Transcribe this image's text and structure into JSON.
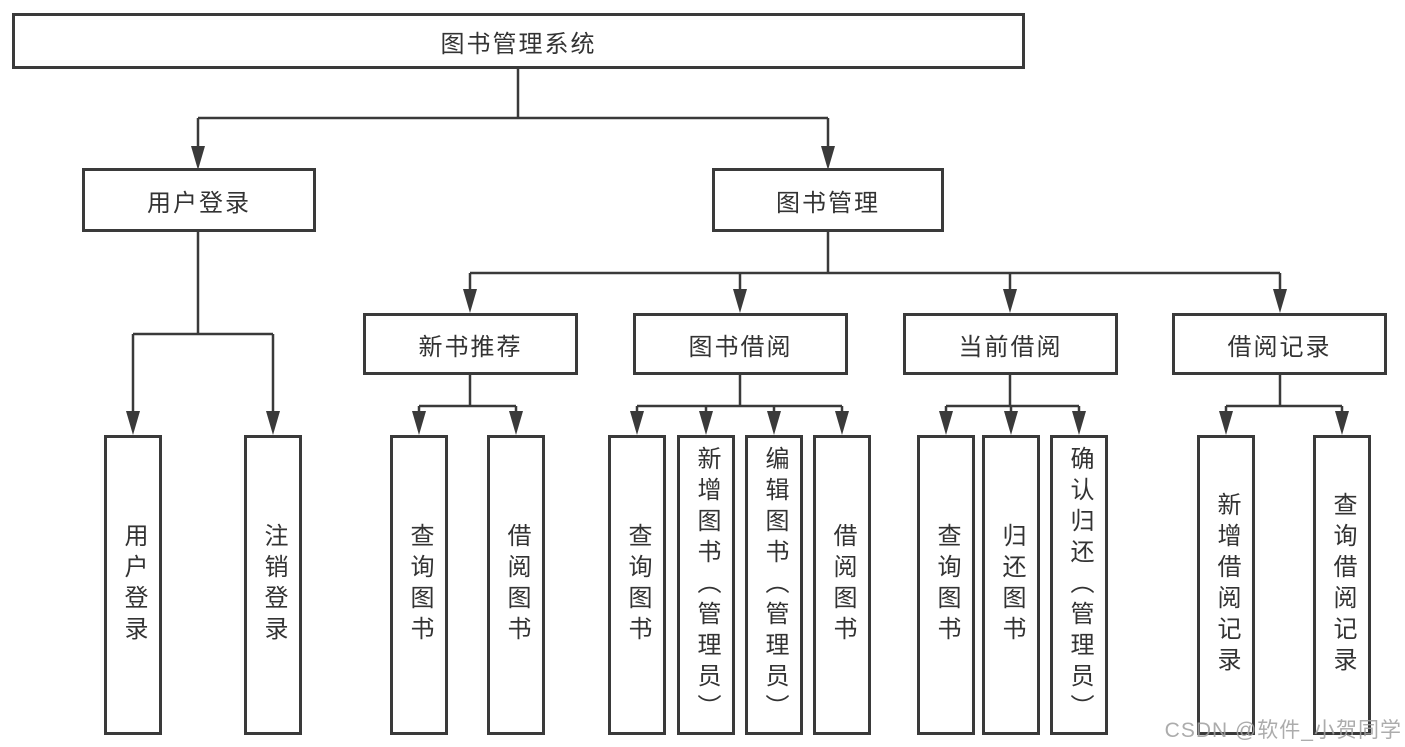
{
  "diagram": {
    "root": "图书管理系统",
    "level2": [
      "用户登录",
      "图书管理"
    ],
    "level3": [
      "新书推荐",
      "图书借阅",
      "当前借阅",
      "借阅记录"
    ],
    "leaves": {
      "login": [
        "用户登录",
        "注销登录"
      ],
      "recommend": [
        "查询图书",
        "借阅图书"
      ],
      "borrow": [
        "查询图书",
        "新增图书（管理员）",
        "编辑图书（管理员）",
        "借阅图书"
      ],
      "current": [
        "查询图书",
        "归还图书",
        "确认归还（管理员）"
      ],
      "records": [
        "新增借阅记录",
        "查询借阅记录"
      ]
    },
    "line_color": "#3a3a3a",
    "text_color": "#333333"
  },
  "watermark": "CSDN @软件_小贺同学"
}
